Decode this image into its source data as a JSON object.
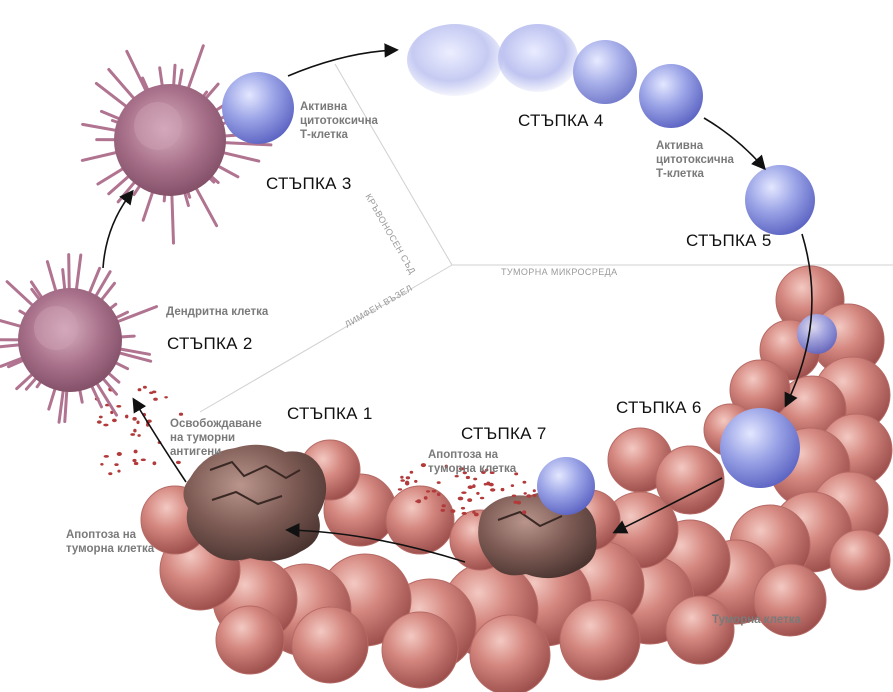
{
  "steps": {
    "step1": "СТЪПКА 1",
    "step2": "СТЪПКА 2",
    "step3": "СТЪПКА 3",
    "step4": "СТЪПКА 4",
    "step5": "СТЪПКА 5",
    "step6": "СТЪПКА 6",
    "step7": "СТЪПКА 7"
  },
  "labels": {
    "dendritic_cell": "Дендритна клетка",
    "active_t_cell_1": [
      "Активна",
      "цитотоксична",
      "Т-клетка"
    ],
    "active_t_cell_2": [
      "Активна",
      "цитотоксична",
      "Т-клетка"
    ],
    "antigen_release": [
      "Освобождаване",
      "на туморни",
      "антигени"
    ],
    "apoptosis_left": [
      "Апоптоза на",
      "туморна клетка"
    ],
    "apoptosis_center": [
      "Апоптоза на",
      "туморна клетка"
    ],
    "tumor_cell": "Туморна клетка"
  },
  "regions": {
    "blood_vessel": "КРЪВОНОСЕН СЪД",
    "lymph_node": "ЛИМФЕН ВЪЗЕЛ",
    "tumor_microenvironment": "ТУМОРНА МИКРОСРЕДА"
  },
  "colors": {
    "tumor_cell": "#c77a74",
    "dead_tumor_cell": "#6b4f4a",
    "dendritic_cell": "#b07390",
    "t_cell": "#8d96da",
    "antigen": "#b23a3a",
    "arrow": "#111111",
    "divider": "#d0d0d0"
  },
  "icons": {
    "t_cell": "blue-sphere",
    "dendritic_cell": "spiky-cell",
    "tumor_cell": "lumpy-cell"
  }
}
